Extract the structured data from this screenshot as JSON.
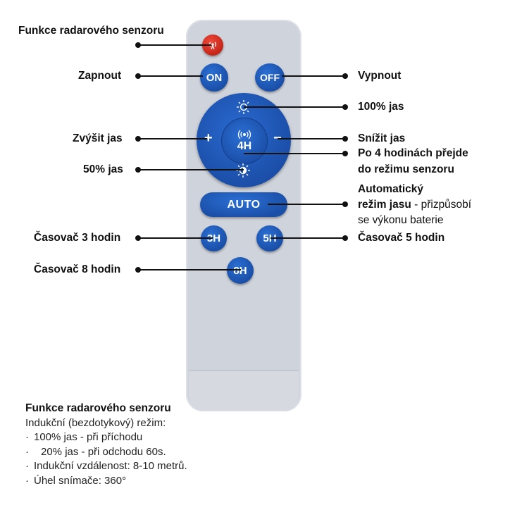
{
  "remote": {
    "buttons": {
      "on": "ON",
      "off": "OFF",
      "plus": "+",
      "minus": "−",
      "center": "4H",
      "auto": "AUTO",
      "h3": "3H",
      "h5": "5H",
      "h8": "8H"
    }
  },
  "labels": {
    "radar": "Funkce radarového senzoru",
    "on": "Zapnout",
    "off": "Vypnout",
    "full_brightness": "100% jas",
    "increase": "Zvýšit jas",
    "decrease": "Snížit jas",
    "after4h_line1": "Po 4 hodinách přejde",
    "after4h_line2": "do režimu senzoru",
    "half_brightness": "50% jas",
    "auto_line1": "Automatický",
    "auto_line2_bold": "režim jasu",
    "auto_line2_rest": " - přizpůsobí",
    "auto_line3": "se výkonu baterie",
    "timer3": "Časovač 3 hodin",
    "timer5": "Časovač 5 hodin",
    "timer8": "Časovač 8 hodin"
  },
  "info": {
    "heading": "Funkce radarového senzoru",
    "line1": "Indukční (bezdotykový) režim:",
    "line2": "100% jas - při příchodu",
    "line3": "20% jas - při odchodu 60s.",
    "line4": "Indukční vzdálenost: 8-10 metrů.",
    "line5": "Úhel snímače: 360°",
    "bullet": "·"
  },
  "colors": {
    "button_blue": "#1a4fa8",
    "radar_red": "#d92e1f",
    "remote_body": "#cfd3db"
  },
  "icons": [
    "radar-icon",
    "sun-full-icon",
    "sensor-wave-icon",
    "sun-half-icon"
  ]
}
